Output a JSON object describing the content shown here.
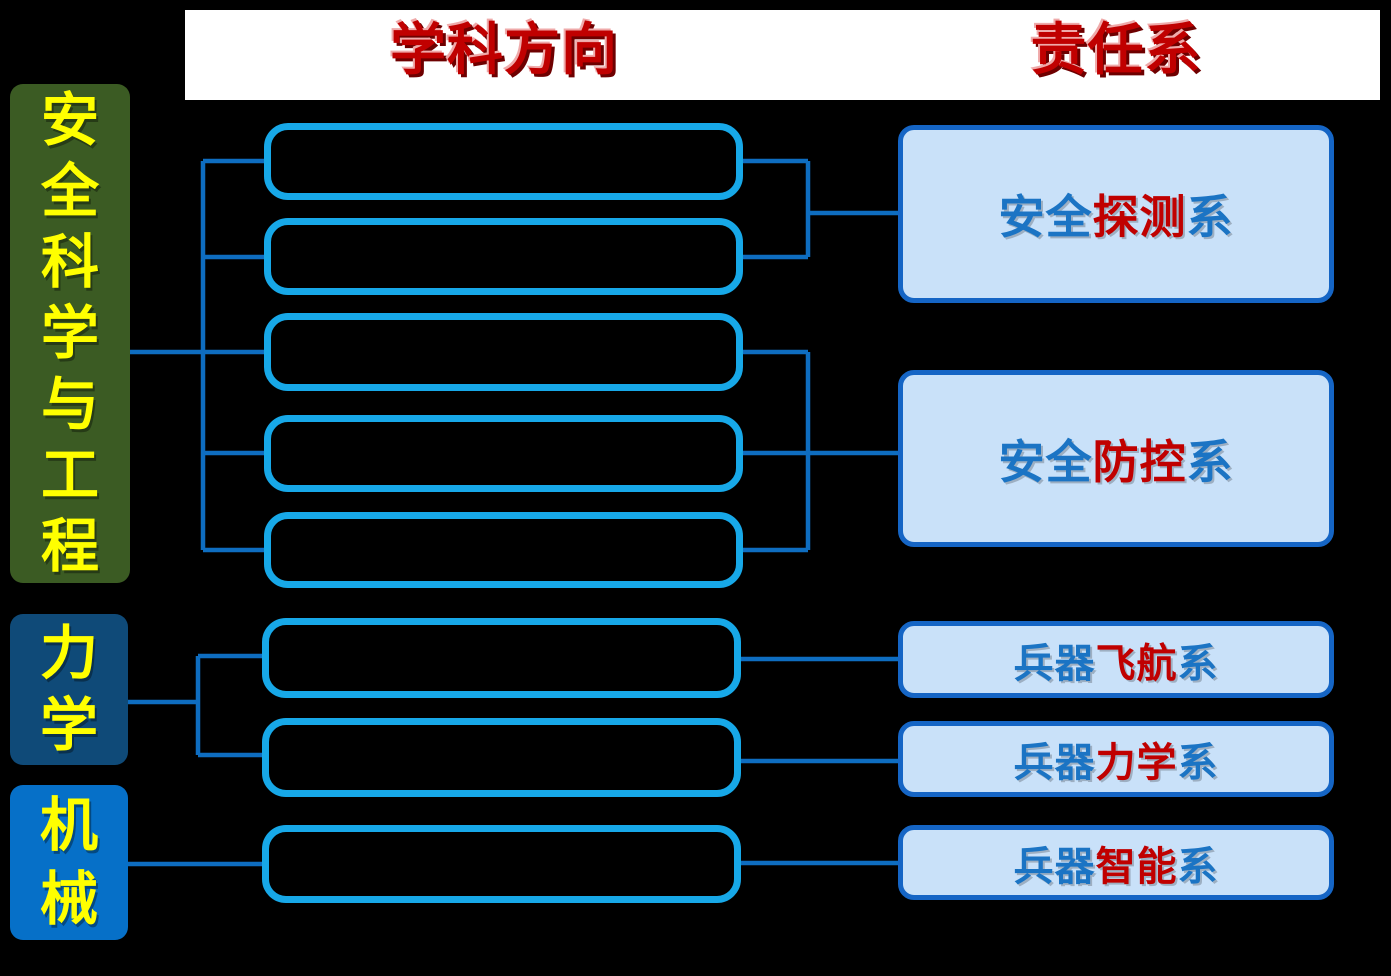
{
  "palette": {
    "background": "#000000",
    "header_bg": "#FFFFFF",
    "header_text_red": "#C00000",
    "category_green_bg": "#3B5B23",
    "category_navy_bg": "#0F4A78",
    "category_blue_bg": "#0670C8",
    "category_text_yellow": "#FFFF00",
    "direction_box_border_cyan": "#17A8E8",
    "connector_blue": "#0E6DC0",
    "department_box_border": "#1565C5",
    "department_box_bg": "#C9E1F9",
    "department_text_blue": "#1B74C4",
    "department_text_red": "#C00000"
  },
  "header": {
    "discipline_direction": "学科方向",
    "responsible_dept": "责任系"
  },
  "categories": [
    {
      "label": "安全科学与工程",
      "direction_box_count": 5
    },
    {
      "label": "力学",
      "direction_box_count": 2
    },
    {
      "label": "机械",
      "direction_box_count": 1
    }
  ],
  "departments": [
    {
      "prefix": "安全",
      "highlight": "探测",
      "suffix": "系"
    },
    {
      "prefix": "安全",
      "highlight": "防控",
      "suffix": "系"
    },
    {
      "prefix": "兵器",
      "highlight": "飞航",
      "suffix": "系"
    },
    {
      "prefix": "兵器",
      "highlight": "力学",
      "suffix": "系"
    },
    {
      "prefix": "兵器",
      "highlight": "智能",
      "suffix": "系"
    }
  ],
  "connections": [
    {
      "category": "安全科学与工程",
      "via_direction_boxes": [
        1,
        2
      ],
      "department": "安全探测系"
    },
    {
      "category": "安全科学与工程",
      "via_direction_boxes": [
        3,
        4,
        5
      ],
      "department": "安全防控系"
    },
    {
      "category": "力学",
      "via_direction_boxes": [
        6
      ],
      "department": "兵器飞航系"
    },
    {
      "category": "力学",
      "via_direction_boxes": [
        7
      ],
      "department": "兵器力学系"
    },
    {
      "category": "机械",
      "via_direction_boxes": [
        8
      ],
      "department": "兵器智能系"
    }
  ]
}
